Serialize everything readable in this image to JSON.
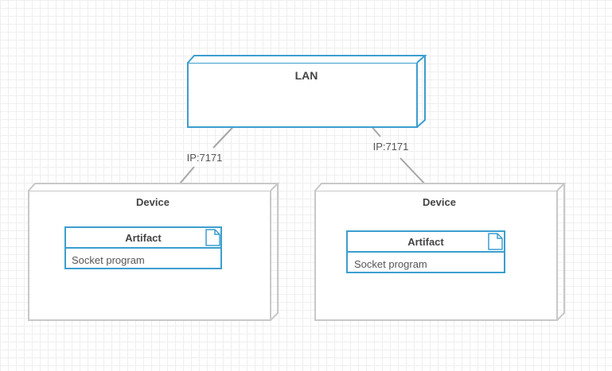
{
  "nodes": {
    "lan": {
      "label": "LAN",
      "color": "#3c9ecf"
    },
    "device_left": {
      "label": "Device",
      "artifact": {
        "title": "Artifact",
        "content": "Socket program"
      }
    },
    "device_right": {
      "label": "Device",
      "artifact": {
        "title": "Artifact",
        "content": "Socket program"
      }
    }
  },
  "edges": {
    "left": {
      "label": "IP:7171"
    },
    "right": {
      "label": "IP:7171"
    }
  },
  "colors": {
    "node_border": "#3c9ecf",
    "device_border": "#c8c8c8",
    "edge": "#a6a6a6",
    "text": "#444444"
  }
}
